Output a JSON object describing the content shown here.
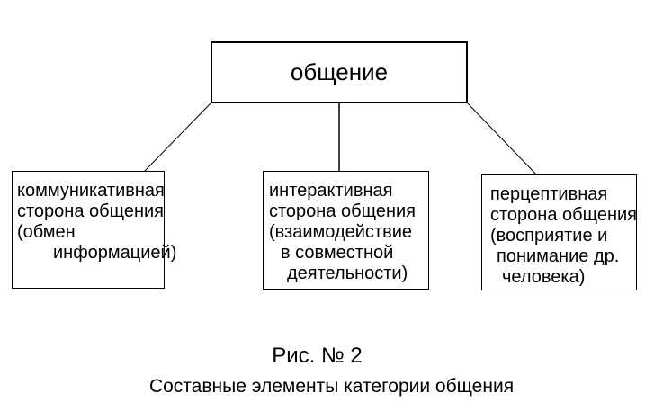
{
  "diagram": {
    "root": {
      "label": "общение"
    },
    "children": [
      {
        "lines": [
          "коммуникативная",
          "сторона общения",
          "(обмен",
          "информацией)"
        ]
      },
      {
        "lines": [
          "интерактивная",
          "сторона общения",
          "(взаимодействие",
          "в совместной",
          "деятельности)"
        ]
      },
      {
        "lines": [
          "перцептивная",
          "сторона общения",
          "(восприятие и",
          "понимание др.",
          "человека)"
        ]
      }
    ],
    "caption": {
      "figure_label": "Рис. № 2",
      "title": "Составные элементы категории общения"
    },
    "colors": {
      "stroke": "#000000",
      "background": "#ffffff"
    }
  }
}
